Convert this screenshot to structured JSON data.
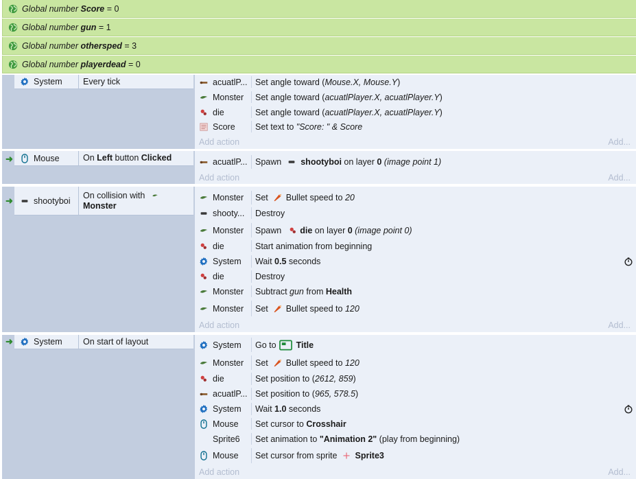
{
  "globals": [
    {
      "prefix": "Global number",
      "name": "Score",
      "value": "= 0"
    },
    {
      "prefix": "Global number",
      "name": "gun",
      "value": "= 1"
    },
    {
      "prefix": "Global number",
      "name": "othersped",
      "value": "= 3"
    },
    {
      "prefix": "Global number",
      "name": "playerdead",
      "value": "= 0"
    }
  ],
  "events": {
    "e1": {
      "cond_object": "System",
      "cond_text": "Every tick",
      "actions": [
        {
          "object": "acuatlP...",
          "pre": "Set angle toward (",
          "i1": "Mouse.X, Mouse.Y",
          "post": ")"
        },
        {
          "object": "Monster",
          "pre": "Set angle toward (",
          "i1": "acuatlPlayer.X, acuatlPlayer.Y",
          "post": ")"
        },
        {
          "object": "die",
          "pre": "Set angle toward (",
          "i1": "acuatlPlayer.X, acuatlPlayer.Y",
          "post": ")"
        },
        {
          "object": "Score",
          "pre": "Set text to ",
          "i1": "\"Score: \" & Score",
          "post": ""
        }
      ]
    },
    "e2": {
      "cond_object": "Mouse",
      "cond_pre": "On ",
      "cond_b1": "Left",
      "cond_mid": " button ",
      "cond_b2": "Clicked",
      "actions": [
        {
          "object": "acuatlP...",
          "pre": "Spawn",
          "b1": "shootyboi",
          "mid": " on layer ",
          "b2": "0",
          "i1": " (image point 1)"
        }
      ]
    },
    "e3": {
      "cond_object": "shootyboi",
      "cond_pre": "On collision with",
      "cond_b1": "Monster",
      "a1": {
        "object": "Monster",
        "pre": "Set",
        "mid": "Bullet speed to ",
        "i1": "20"
      },
      "a2": {
        "object": "shooty...",
        "text": "Destroy"
      },
      "a3": {
        "object": "Monster",
        "pre": "Spawn",
        "b1": "die",
        "mid": " on layer ",
        "b2": "0",
        "i1": " (image point 0)"
      },
      "a4": {
        "object": "die",
        "text": "Start animation from beginning"
      },
      "a5": {
        "object": "System",
        "pre": "Wait ",
        "b1": "0.5",
        "post": " seconds"
      },
      "a6": {
        "object": "die",
        "text": "Destroy"
      },
      "a7": {
        "object": "Monster",
        "pre": "Subtract ",
        "i1": "gun",
        "mid": " from ",
        "b1": "Health"
      },
      "a8": {
        "object": "Monster",
        "pre": "Set",
        "mid": "Bullet speed to ",
        "i1": "120"
      }
    },
    "e4": {
      "cond_object": "System",
      "cond_text": "On start of layout",
      "a1": {
        "object": "System",
        "pre": "Go to",
        "b1": "Title"
      },
      "a2": {
        "object": "Monster",
        "pre": "Set",
        "mid": "Bullet speed to ",
        "i1": "120"
      },
      "a3": {
        "object": "die",
        "pre": "Set position to (",
        "i1": "2612, 859",
        "post": ")"
      },
      "a4": {
        "object": "acuatlP...",
        "pre": "Set position to (",
        "i1": "965, 578.5",
        "post": ")"
      },
      "a5": {
        "object": "System",
        "pre": "Wait ",
        "b1": "1.0",
        "post": " seconds"
      },
      "a6": {
        "object": "Mouse",
        "pre": "Set cursor to ",
        "b1": "Crosshair"
      },
      "a7": {
        "object": "Sprite6",
        "pre": "Set animation to ",
        "b1": "\"Animation 2\"",
        "post": " (play from beginning)"
      },
      "a8": {
        "object": "Mouse",
        "pre": "Set cursor from sprite",
        "b1": "Sprite3"
      }
    }
  },
  "add_action": "Add action",
  "add_short": "Add...",
  "colors": {
    "globals_bg": "#c9e6a1",
    "event_bg": "#ebf0f8",
    "gutter": "#c2cddf"
  }
}
